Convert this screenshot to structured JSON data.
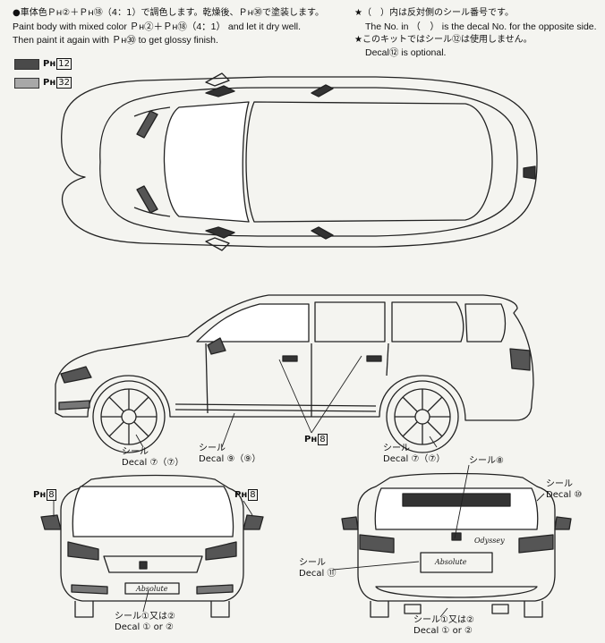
{
  "header": {
    "line1": "●車体色Ｐʜ②＋Ｐʜ⑱（4：1）で調色します。乾燥後、Ｐʜ㉚で塗装します。",
    "line2": "Paint body with mixed color Ｐʜ②＋Ｐʜ⑱（4：1） and let it dry well.",
    "line3": "Then paint it again with Ｐʜ㉚ to get glossy finish.",
    "note1": "★（　）内は反対側のシール番号です。",
    "note2": "The No. in （　） is the decal No. for the opposite side.",
    "note3": "★このキットではシール⑫は使用しません。",
    "note4": "Decal⑫ is optional."
  },
  "swatches": [
    {
      "code": "12",
      "color": "#4a4a4a"
    },
    {
      "code": "32",
      "color": "#a8a8a8"
    }
  ],
  "paint_prefix": "Pʜ",
  "callouts": {
    "side_ph": "8",
    "front_left_ph": "8",
    "front_right_ph": "8",
    "side_decal_front": {
      "jp": "シール",
      "en": "Decal",
      "num": "⑦（⑦）"
    },
    "side_decal_mid": {
      "jp": "シール",
      "en": "Decal",
      "num": "⑨（⑨）"
    },
    "side_decal_rear": {
      "jp": "シール",
      "en": "Decal",
      "num": "⑦（⑦）"
    },
    "rear_top": {
      "jp": "シール⑧"
    },
    "rear_right": {
      "jp": "シール",
      "en": "Decal",
      "num": "⑩"
    },
    "rear_left": {
      "jp": "シール",
      "en": "Decal",
      "num": "⑪"
    },
    "front_bottom": {
      "jp": "シール①又は②",
      "en": "Decal ① or ②"
    },
    "rear_bottom": {
      "jp": "シール①又は②",
      "en": "Decal ① or ②"
    }
  },
  "badges": {
    "rear_script": "Odyssey",
    "plate_script": "Absolute"
  }
}
